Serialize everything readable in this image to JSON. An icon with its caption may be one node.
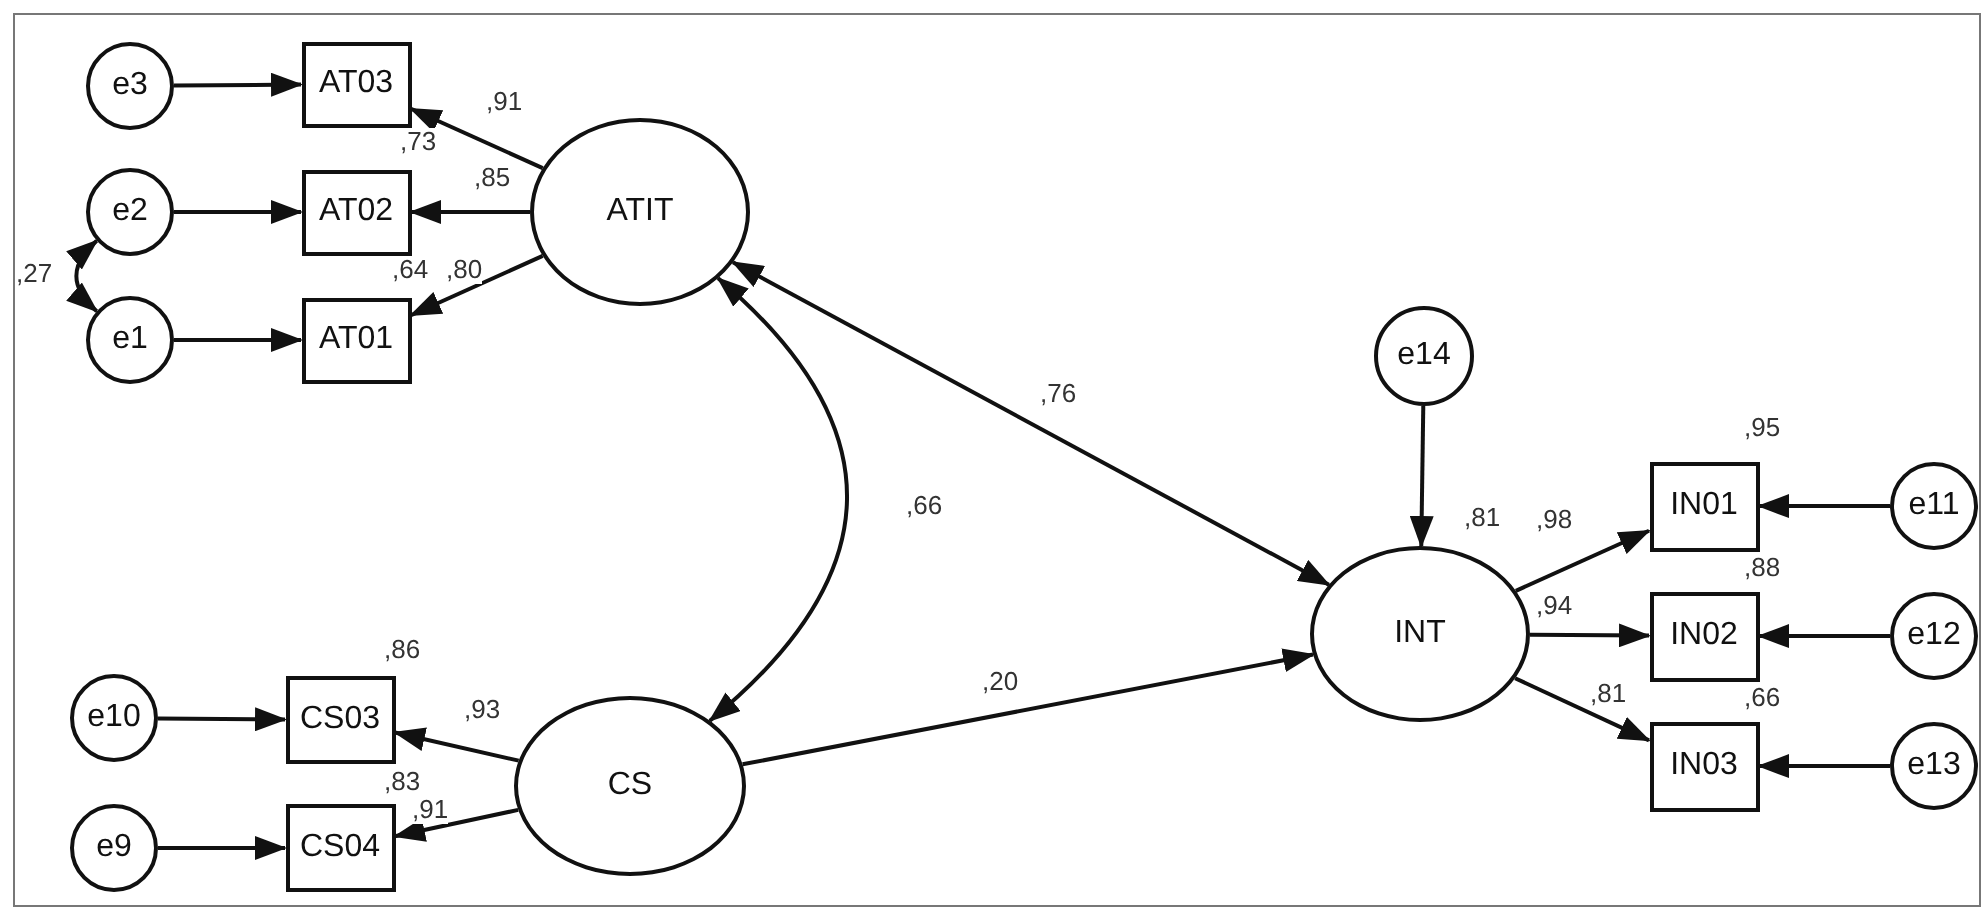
{
  "diagram": {
    "nodes": [
      {
        "text": [
          "e3"
        ]
      },
      {
        "text": [
          "AT03"
        ]
      },
      {
        "text": [
          "e2"
        ]
      },
      {
        "text": [
          "AT02"
        ]
      },
      {
        "text": [
          "e1"
        ]
      },
      {
        "text": [
          "AT01"
        ]
      },
      {
        "text": [
          "ATIT"
        ]
      },
      {
        "text": [
          "e10"
        ]
      },
      {
        "text": [
          "CS03"
        ]
      },
      {
        "text": [
          "e9"
        ]
      },
      {
        "text": [
          "CS04"
        ]
      },
      {
        "text": [
          "CS"
        ]
      },
      {
        "text": [
          "e14"
        ]
      },
      {
        "text": [
          "INT"
        ],
        "beside": [
          ",81"
        ]
      },
      {
        "text": [
          "IN01"
        ]
      },
      {
        "text": [
          "e11"
        ]
      },
      {
        "text": [
          "IN02"
        ]
      },
      {
        "text": [
          "e12"
        ]
      },
      {
        "text": [
          "IN03"
        ]
      },
      {
        "text": [
          "e13"
        ]
      }
    ],
    "edges": [
      {
        "from": 0,
        "to": 1,
        "arrow": "to"
      },
      {
        "from": 2,
        "to": 3,
        "arrow": "to"
      },
      {
        "from": 4,
        "to": 5,
        "arrow": "to"
      },
      {
        "from": 2,
        "to": 4,
        "arrow": "both",
        "label": ",27"
      },
      {
        "from": 6,
        "to": 1,
        "arrow": "to",
        "label": ",91"
      },
      {
        "from": 6,
        "to": 3,
        "arrow": "to",
        "label": ",85"
      },
      {
        "from": 6,
        "to": 5,
        "arrow": "to",
        "label": ",80"
      },
      {
        "from": 6,
        "to": 13,
        "arrow": "both",
        "label": ",76"
      },
      {
        "from": 6,
        "to": 11,
        "arrow": "both",
        "label": ",66"
      },
      {
        "from": 7,
        "to": 8,
        "arrow": "to"
      },
      {
        "from": 9,
        "to": 10,
        "arrow": "to"
      },
      {
        "from": 11,
        "to": 8,
        "arrow": "to",
        "label": ",93"
      },
      {
        "from": 11,
        "to": 10,
        "arrow": "to",
        "label": ",91"
      },
      {
        "from": 11,
        "to": 13,
        "arrow": "to",
        "label": ",20"
      },
      {
        "from": 12,
        "to": 13,
        "arrow": "to"
      },
      {
        "from": 13,
        "to": 14,
        "arrow": "to",
        "label": ",98"
      },
      {
        "from": 13,
        "to": 16,
        "arrow": "to",
        "label": ",94"
      },
      {
        "from": 13,
        "to": 18,
        "arrow": "to",
        "label": ",81"
      },
      {
        "from": 15,
        "to": 14,
        "arrow": "to"
      },
      {
        "from": 17,
        "to": 16,
        "arrow": "to"
      },
      {
        "from": 19,
        "to": 18,
        "arrow": "to"
      }
    ],
    "labels": [
      ",73",
      ",64",
      ",95",
      ",88",
      ",86",
      ",66",
      ",83"
    ]
  }
}
